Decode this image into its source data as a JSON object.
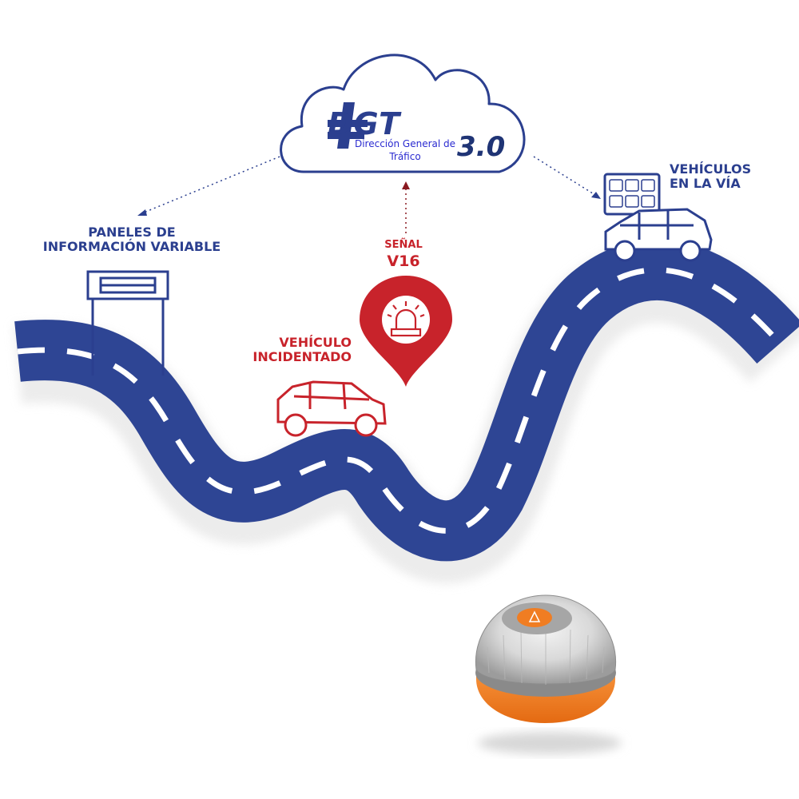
{
  "cloud": {
    "logo_text": "DGT",
    "version": "3.0",
    "subtitle_line1": "Dirección General de",
    "subtitle_line2": "Tráfico"
  },
  "labels": {
    "paneles_line1": "PANELES DE",
    "paneles_line2": "INFORMACIÓN VARIABLE",
    "vehiculos_line1": "VEHÍCULOS",
    "vehiculos_line2": "EN LA VÍA",
    "senal_line1": "SEÑAL",
    "senal_line2": "V16",
    "incidentado_line1": "VEHÍCULO",
    "incidentado_line2": "INCIDENTADO"
  },
  "colors": {
    "navy": "#2b3f8f",
    "road": "#2e4594",
    "red": "#c8232b",
    "orange": "#f07d22"
  },
  "icons": [
    "cloud-icon",
    "dgt-logo-icon",
    "variable-panel-icon",
    "connected-car-icon",
    "location-pin-icon",
    "beacon-light-icon",
    "car-icon",
    "v16-device-icon"
  ]
}
